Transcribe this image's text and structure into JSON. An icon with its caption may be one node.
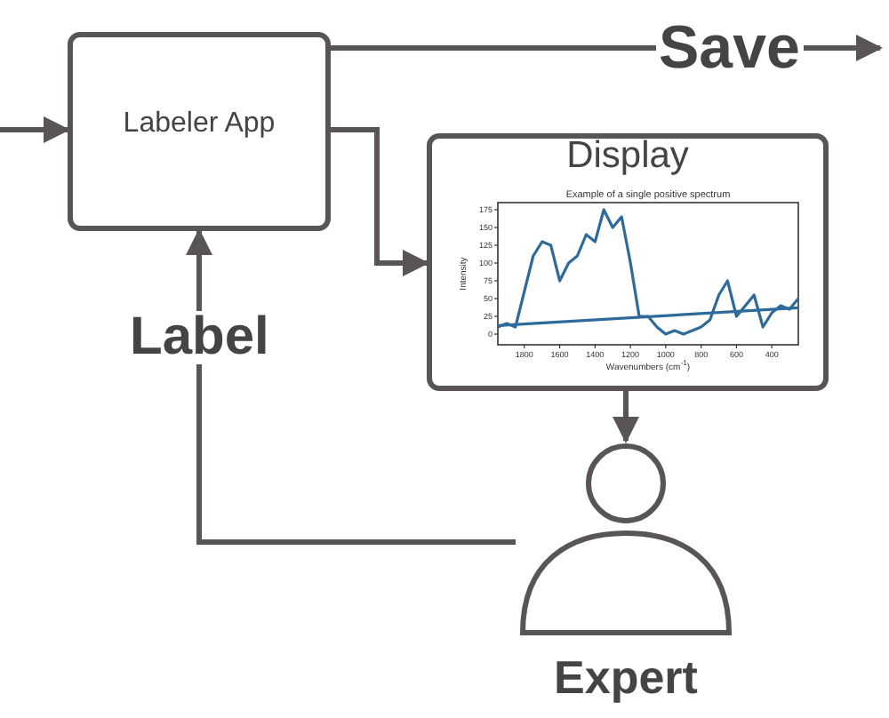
{
  "diagram": {
    "nodes": [
      {
        "text": [
          "Labeler App"
        ]
      },
      {
        "text": [
          "Display"
        ]
      },
      {
        "text": [
          "Expert"
        ]
      }
    ],
    "edges": [
      {
        "from": null,
        "to": 0,
        "arrow": "to"
      },
      {
        "from": 0,
        "to": null,
        "arrow": "to",
        "label": "Save"
      },
      {
        "from": 0,
        "to": 1,
        "arrow": "to"
      },
      {
        "from": 1,
        "to": 2,
        "arrow": "to"
      },
      {
        "from": 2,
        "to": 0,
        "arrow": "to",
        "label": "Label"
      }
    ],
    "chart_data": {
      "type": "line",
      "title": "Example of a single positive spectrum",
      "xlabel": "Wavenumbers (cm$^{-1}$)",
      "ylabel": "Intensity",
      "x": [
        1950,
        1900,
        1850,
        1800,
        1750,
        1700,
        1650,
        1600,
        1550,
        1500,
        1450,
        1400,
        1350,
        1300,
        1250,
        1200,
        1150,
        1100,
        1050,
        1000,
        950,
        900,
        850,
        800,
        750,
        700,
        650,
        600,
        550,
        500,
        450,
        400,
        350,
        300,
        250
      ],
      "series": [
        {
          "color": "#2f6b9a",
          "values": [
            10,
            15,
            10,
            60,
            110,
            130,
            125,
            75,
            100,
            110,
            140,
            130,
            175,
            150,
            165,
            100,
            25,
            25,
            10,
            0,
            5,
            0,
            5,
            10,
            20,
            55,
            75,
            25,
            40,
            55,
            10,
            30,
            40,
            35,
            50
          ]
        },
        {
          "color": "#2f6b9a",
          "values": [
            12,
            null,
            null,
            null,
            null,
            null,
            null,
            null,
            null,
            null,
            null,
            null,
            null,
            null,
            null,
            null,
            null,
            null,
            null,
            null,
            null,
            null,
            null,
            null,
            null,
            null,
            null,
            null,
            null,
            null,
            null,
            null,
            null,
            null,
            37
          ]
        }
      ],
      "xlim": [
        1950,
        250
      ],
      "ylim": [
        -15,
        185
      ],
      "xticks": [
        1800,
        1600,
        1400,
        1200,
        1000,
        800,
        600,
        400
      ],
      "yticks": [
        0,
        25,
        50,
        75,
        100,
        125,
        150,
        175
      ]
    }
  }
}
